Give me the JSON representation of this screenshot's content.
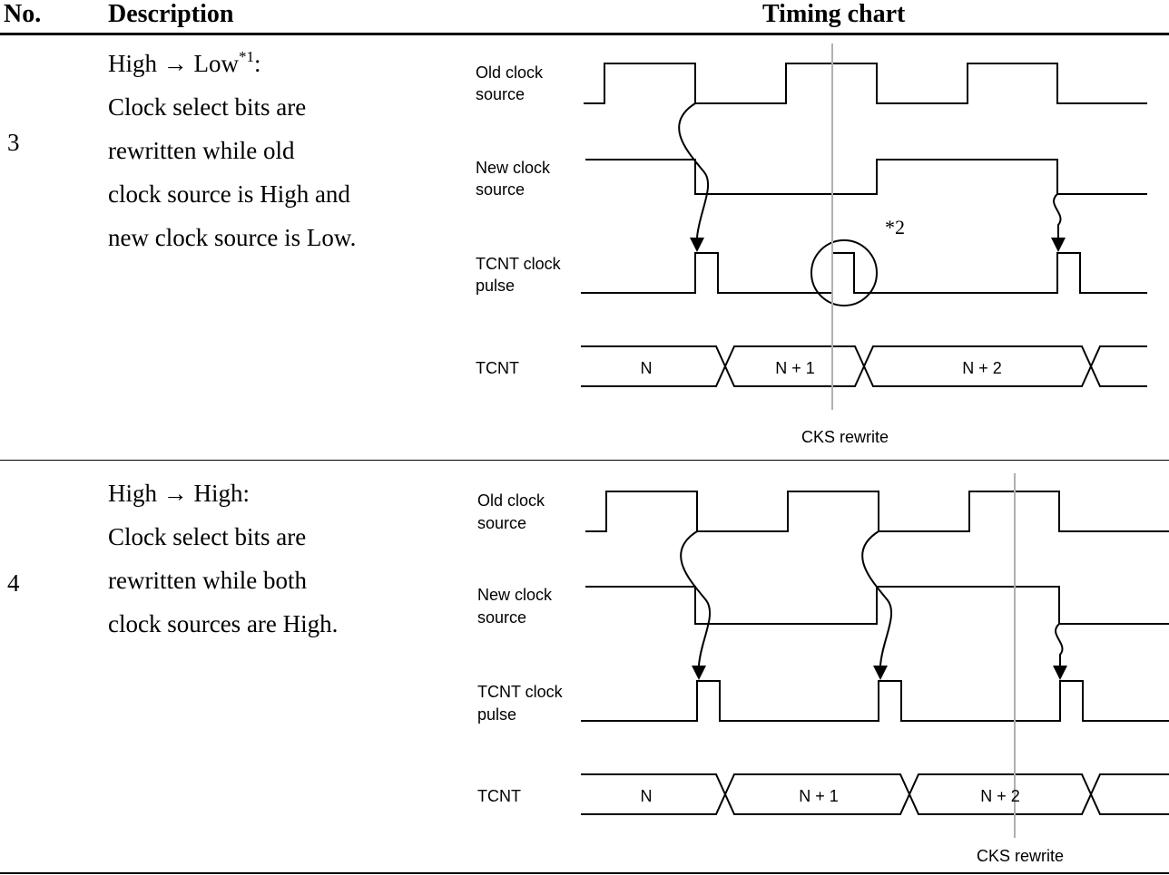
{
  "header": {
    "no": "No.",
    "description": "Description",
    "timing": "Timing chart"
  },
  "rows": [
    {
      "no": "3",
      "desc_line1_main": "High → Low",
      "desc_line1_sup": "*1",
      "desc_line1_colon": ":",
      "desc_lines": [
        "Clock select bits are",
        "rewritten while old",
        "clock source is High and",
        "new clock source is Low."
      ],
      "signals": [
        "Old clock",
        "source",
        "New clock",
        "source",
        "TCNT clock",
        "pulse",
        "TCNT"
      ],
      "values": [
        "N",
        "N + 1",
        "N + 2"
      ],
      "note": "*2",
      "marker": "CKS rewrite"
    },
    {
      "no": "4",
      "desc_line1_main": "High → High:",
      "desc_lines": [
        "Clock select bits are",
        "rewritten while both",
        "clock sources are High."
      ],
      "signals": [
        "Old clock",
        "source",
        "New clock",
        "source",
        "TCNT clock",
        "pulse",
        "TCNT"
      ],
      "values": [
        "N",
        "N + 1",
        "N + 2"
      ],
      "marker": "CKS rewrite"
    }
  ],
  "colors": {
    "line": "#000000",
    "marker_line": "#b0b0b0"
  }
}
